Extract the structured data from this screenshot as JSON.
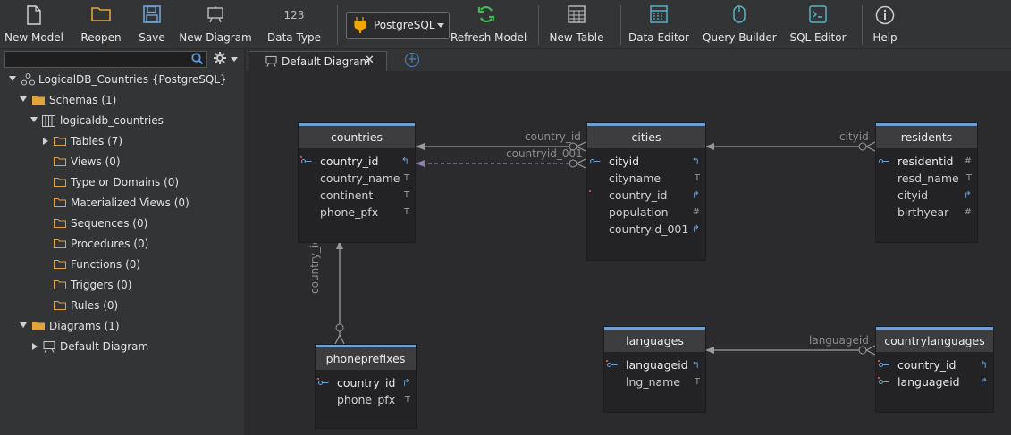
{
  "toolbar": {
    "new_model": "New Model",
    "reopen": "Reopen",
    "save": "Save",
    "new_diagram": "New Diagram",
    "data_type_icon_text": "123",
    "data_type": "Data Type",
    "db_select": "PostgreSQL",
    "refresh_model": "Refresh Model",
    "new_table": "New Table",
    "data_editor": "Data Editor",
    "query_builder": "Query Builder",
    "sql_editor": "SQL Editor",
    "help": "Help"
  },
  "sidebar": {
    "search_placeholder": "",
    "tree": {
      "root": "LogicalDB_Countries {PostgreSQL}",
      "schemas": "Schemas (1)",
      "schema_name": "logicaldb_countries",
      "tables": "Tables (7)",
      "views": "Views (0)",
      "types": "Type or Domains (0)",
      "mat_views": "Materialized Views (0)",
      "sequences": "Sequences (0)",
      "procedures": "Procedures (0)",
      "functions": "Functions (0)",
      "triggers": "Triggers (0)",
      "rules": "Rules (0)",
      "diagrams": "Diagrams (1)",
      "default_diagram": "Default Diagram"
    }
  },
  "tabs": {
    "active": "Default Diagram"
  },
  "colors": {
    "accent": "#6f9ed1",
    "refresh": "#3fb950",
    "plug": "#f0a500",
    "fk_link": "#8c7fa8"
  },
  "diagram": {
    "countries": {
      "title": "countries",
      "columns": [
        {
          "name": "country_id",
          "type": "↰"
        },
        {
          "name": "country_name",
          "type": "T"
        },
        {
          "name": "continent",
          "type": "T"
        },
        {
          "name": "phone_pfx",
          "type": "T"
        }
      ]
    },
    "cities": {
      "title": "cities",
      "columns": [
        {
          "name": "cityid",
          "type": "↰"
        },
        {
          "name": "cityname",
          "type": "T"
        },
        {
          "name": "country_id",
          "type": "↱"
        },
        {
          "name": "population",
          "type": "#"
        },
        {
          "name": "countryid_001",
          "type": "↱"
        }
      ]
    },
    "residents": {
      "title": "residents",
      "columns": [
        {
          "name": "residentid",
          "type": "#"
        },
        {
          "name": "resd_name",
          "type": "T"
        },
        {
          "name": "cityid",
          "type": "↱"
        },
        {
          "name": "birthyear",
          "type": "#"
        }
      ]
    },
    "phoneprefixes": {
      "title": "phoneprefixes",
      "columns": [
        {
          "name": "country_id",
          "type": "↱"
        },
        {
          "name": "phone_pfx",
          "type": "T"
        }
      ]
    },
    "languages": {
      "title": "languages",
      "columns": [
        {
          "name": "languageid",
          "type": "↰"
        },
        {
          "name": "lng_name",
          "type": "T"
        }
      ]
    },
    "countrylanguages": {
      "title": "countrylanguages",
      "columns": [
        {
          "name": "country_id",
          "type": "↰"
        },
        {
          "name": "languageid",
          "type": "↱"
        }
      ]
    },
    "relations": {
      "cities_country": "country_id",
      "cities_country2": "countryid_001",
      "residents_city": "cityid",
      "phone_country": "country_id",
      "cl_language": "languageid"
    }
  }
}
